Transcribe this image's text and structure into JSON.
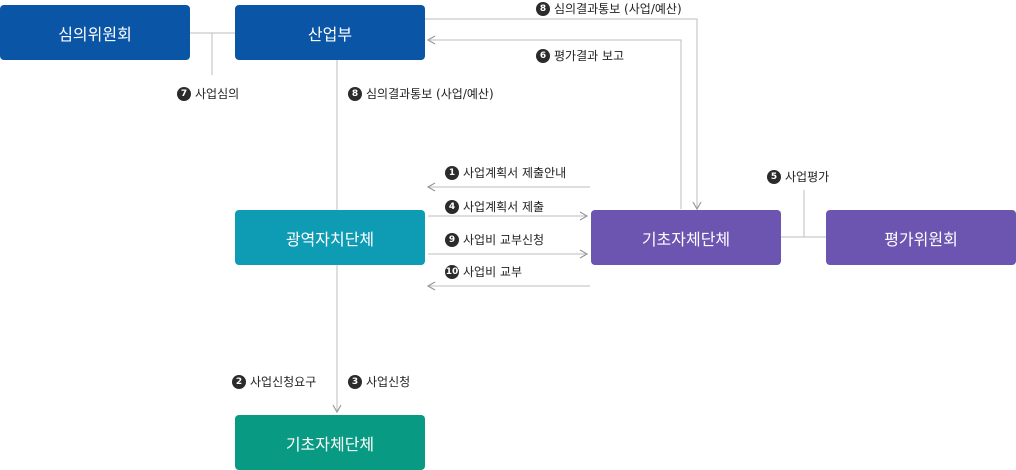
{
  "nodes": {
    "committee": "심의위원회",
    "ministry": "산업부",
    "metro": "광역자치단체",
    "local_center": "기초자체단체",
    "eval_committee": "평가위원회",
    "local_bottom": "기초자체단체"
  },
  "steps": {
    "s8_top": {
      "num": "8",
      "text": "심의결과통보 (사업/예산)"
    },
    "s6": {
      "num": "6",
      "text": "평가결과 보고"
    },
    "s7": {
      "num": "7",
      "text": "사업심의"
    },
    "s8_left": {
      "num": "8",
      "text": "심의결과통보 (사업/예산)"
    },
    "s1": {
      "num": "1",
      "text": "사업계획서 제출안내"
    },
    "s5": {
      "num": "5",
      "text": "사업평가"
    },
    "s4": {
      "num": "4",
      "text": "사업계획서 제출"
    },
    "s9": {
      "num": "9",
      "text": "사업비 교부신청"
    },
    "s10": {
      "num": "10",
      "text": "사업비 교부"
    },
    "s2": {
      "num": "2",
      "text": "사업신청요구"
    },
    "s3": {
      "num": "3",
      "text": "사업신청"
    }
  },
  "colors": {
    "navy": "#0a55a6",
    "teal": "#0e9cb5",
    "purple": "#6b55b0",
    "green": "#089a82",
    "connector": "#bdbdbd"
  }
}
